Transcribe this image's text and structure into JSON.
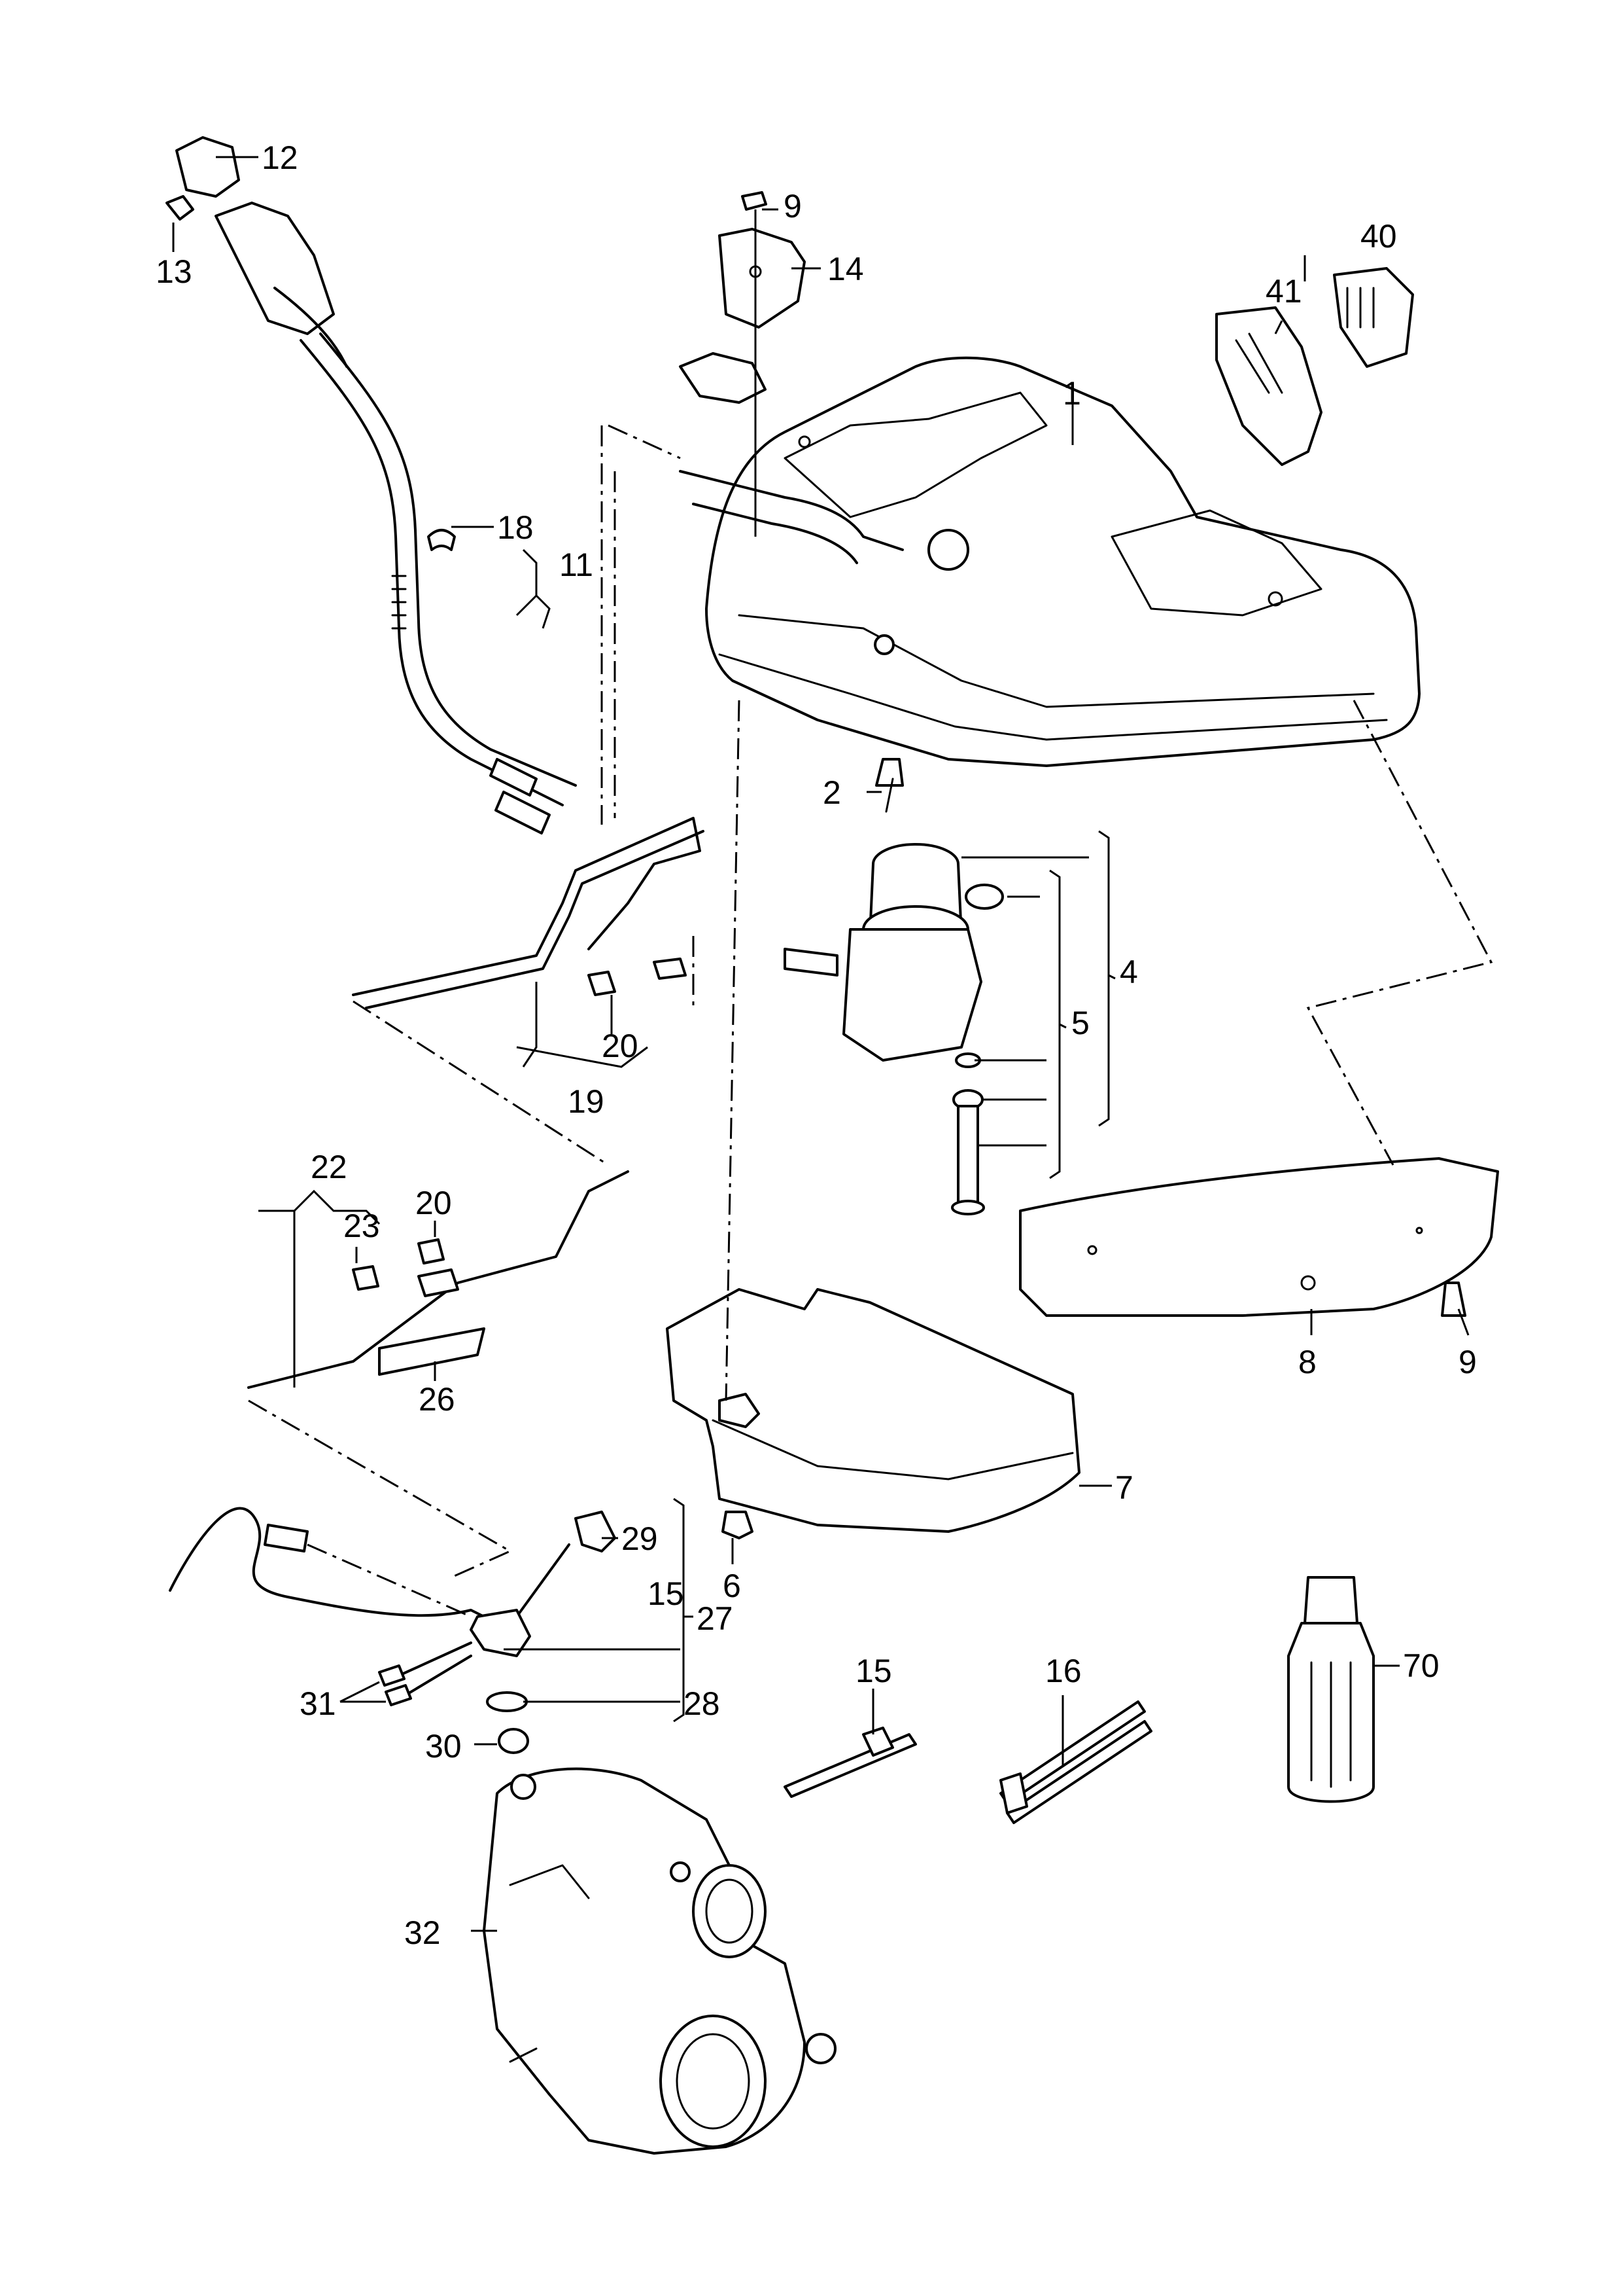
{
  "diagram": {
    "labels": {
      "l1": "1",
      "l2": "2",
      "l4": "4",
      "l5": "5",
      "l6": "6",
      "l7": "7",
      "l8": "8",
      "l9a": "9",
      "l9b": "9",
      "l11": "11",
      "l12": "12",
      "l13": "13",
      "l14": "14",
      "l15a": "15",
      "l15b": "15",
      "l16": "16",
      "l18": "18",
      "l19": "19",
      "l20a": "20",
      "l20b": "20",
      "l22": "22",
      "l23": "23",
      "l26": "26",
      "l27": "27",
      "l28": "28",
      "l29": "29",
      "l30": "30",
      "l31": "31",
      "l32": "32",
      "l40": "40",
      "l41": "41",
      "l70": "70"
    }
  }
}
